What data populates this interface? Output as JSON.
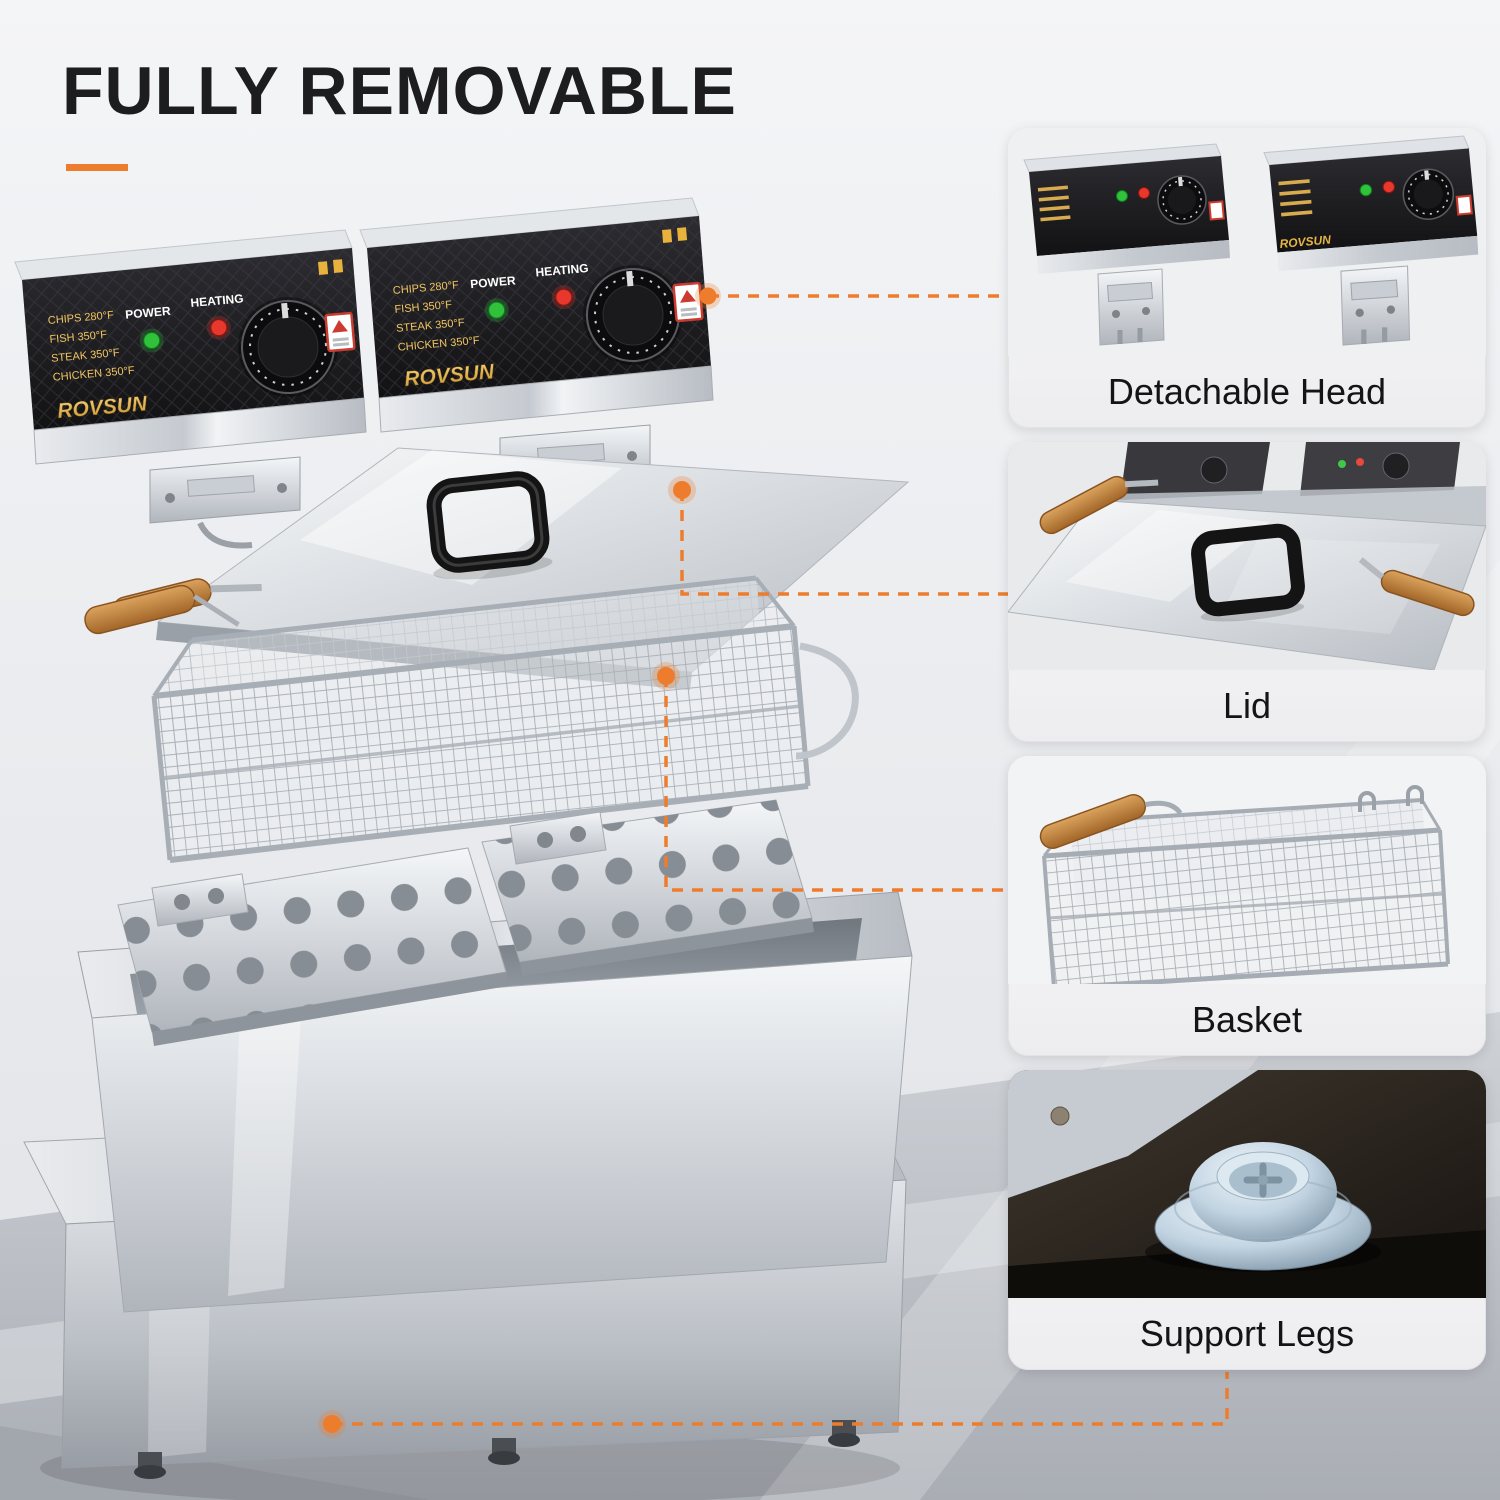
{
  "title": "FULLY REMOVABLE",
  "accent_color": "#ED7D2D",
  "brand": "ROVSUN",
  "panel": {
    "power": "POWER",
    "heating": "HEATING",
    "menu": [
      "CHIPS 280°F",
      "FISH 350°F",
      "STEAK 350°F",
      "CHICKEN 350°F"
    ]
  },
  "callouts": [
    {
      "id": "detachable-head",
      "label": "Detachable Head"
    },
    {
      "id": "lid",
      "label": "Lid"
    },
    {
      "id": "basket",
      "label": "Basket"
    },
    {
      "id": "support-legs",
      "label": "Support Legs"
    }
  ]
}
